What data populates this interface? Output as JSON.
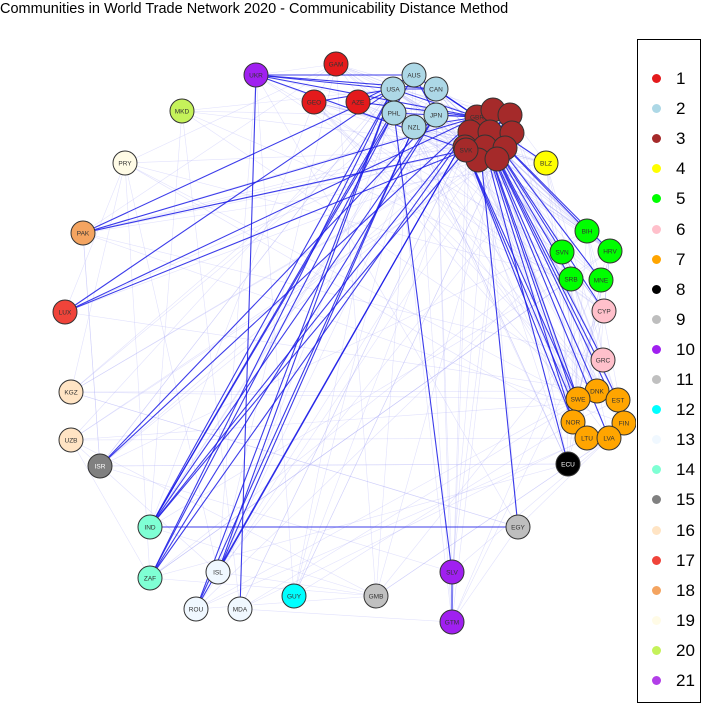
{
  "title": "Communities in World Trade Network 2020 - Communicability Distance Method",
  "chart_data": {
    "type": "network",
    "legend": [
      {
        "label": "1",
        "color": "#e41a1c"
      },
      {
        "label": "2",
        "color": "#add8e6"
      },
      {
        "label": "3",
        "color": "#a52a2a"
      },
      {
        "label": "4",
        "color": "#ffff00"
      },
      {
        "label": "5",
        "color": "#00ff00"
      },
      {
        "label": "6",
        "color": "#ffc0cb"
      },
      {
        "label": "7",
        "color": "#ffa500"
      },
      {
        "label": "8",
        "color": "#000000"
      },
      {
        "label": "9",
        "color": "#bebebe"
      },
      {
        "label": "10",
        "color": "#a020f0"
      },
      {
        "label": "11",
        "color": "#c0c0c0"
      },
      {
        "label": "12",
        "color": "#00ffff"
      },
      {
        "label": "13",
        "color": "#f0f8ff"
      },
      {
        "label": "14",
        "color": "#7fffd4"
      },
      {
        "label": "15",
        "color": "#808080"
      },
      {
        "label": "16",
        "color": "#ffe4c4"
      },
      {
        "label": "17",
        "color": "#f0443a"
      },
      {
        "label": "18",
        "color": "#f4a460"
      },
      {
        "label": "19",
        "color": "#fffbe6"
      },
      {
        "label": "20",
        "color": "#c5f25a"
      },
      {
        "label": "21",
        "color": "#b23ee8"
      }
    ],
    "nodes": [
      {
        "label": "GAM",
        "community": 1
      },
      {
        "label": "GEO",
        "community": 1
      },
      {
        "label": "AZE",
        "community": 1
      },
      {
        "label": "AUS",
        "community": 2
      },
      {
        "label": "USA",
        "community": 2
      },
      {
        "label": "CAN",
        "community": 2
      },
      {
        "label": "PHL",
        "community": 2
      },
      {
        "label": "JPN",
        "community": 2
      },
      {
        "label": "NZL",
        "community": 2
      },
      {
        "label": "GBR",
        "community": 3
      },
      {
        "label": "",
        "community": 3
      },
      {
        "label": "",
        "community": 3
      },
      {
        "label": "",
        "community": 3
      },
      {
        "label": "",
        "community": 3
      },
      {
        "label": "",
        "community": 3
      },
      {
        "label": "",
        "community": 3
      },
      {
        "label": "",
        "community": 3
      },
      {
        "label": "",
        "community": 3
      },
      {
        "label": "",
        "community": 3
      },
      {
        "label": "SVK",
        "community": 3
      },
      {
        "label": "",
        "community": 3
      },
      {
        "label": "BLZ",
        "community": 4
      },
      {
        "label": "BIH",
        "community": 5
      },
      {
        "label": "SVN",
        "community": 5
      },
      {
        "label": "HRV",
        "community": 5
      },
      {
        "label": "SRB",
        "community": 5
      },
      {
        "label": "MNE",
        "community": 5
      },
      {
        "label": "CYP",
        "community": 6
      },
      {
        "label": "GRC",
        "community": 6
      },
      {
        "label": "DNK",
        "community": 7
      },
      {
        "label": "SWE",
        "community": 7
      },
      {
        "label": "EST",
        "community": 7
      },
      {
        "label": "NOR",
        "community": 7
      },
      {
        "label": "FIN",
        "community": 7
      },
      {
        "label": "LTU",
        "community": 7
      },
      {
        "label": "LVA",
        "community": 7
      },
      {
        "label": "ECU",
        "community": 8
      },
      {
        "label": "EGY",
        "community": 9
      },
      {
        "label": "UKR",
        "community": 10
      },
      {
        "label": "SLV",
        "community": 10
      },
      {
        "label": "GTM",
        "community": 10
      },
      {
        "label": "GMB",
        "community": 11
      },
      {
        "label": "GUY",
        "community": 12
      },
      {
        "label": "ISL",
        "community": 13
      },
      {
        "label": "ROU",
        "community": 13
      },
      {
        "label": "MDA",
        "community": 13
      },
      {
        "label": "IND",
        "community": 14
      },
      {
        "label": "ZAF",
        "community": 14
      },
      {
        "label": "ISR",
        "community": 15
      },
      {
        "label": "KGZ",
        "community": 16
      },
      {
        "label": "UZB",
        "community": 16
      },
      {
        "label": "LUX",
        "community": 17
      },
      {
        "label": "PAK",
        "community": 18
      },
      {
        "label": "PRY",
        "community": 19
      },
      {
        "label": "MKD",
        "community": 20
      }
    ],
    "edges": [
      [
        "UKR",
        "AUS"
      ],
      [
        "UKR",
        "USA"
      ],
      [
        "UKR",
        "CAN"
      ],
      [
        "UKR",
        "GBR"
      ],
      [
        "UKR",
        "SVK"
      ],
      [
        "GEO",
        "USA"
      ],
      [
        "AZE",
        "AUS"
      ],
      [
        "AZE",
        "GBR"
      ],
      [
        "PAK",
        "USA"
      ],
      [
        "PAK",
        "GBR"
      ],
      [
        "PAK",
        "SVK"
      ],
      [
        "LUX",
        "GBR"
      ],
      [
        "LUX",
        "SVK"
      ],
      [
        "LUX",
        "USA"
      ],
      [
        "ISR",
        "GBR"
      ],
      [
        "ISR",
        "JPN"
      ],
      [
        "IND",
        "USA"
      ],
      [
        "IND",
        "AUS"
      ],
      [
        "IND",
        "GBR"
      ],
      [
        "IND",
        "PHL"
      ],
      [
        "IND",
        "SVK"
      ],
      [
        "IND",
        "JPN"
      ],
      [
        "IND",
        "EGY"
      ],
      [
        "ZAF",
        "USA"
      ],
      [
        "ZAF",
        "GBR"
      ],
      [
        "ZAF",
        "JPN"
      ],
      [
        "ZAF",
        "PHL"
      ],
      [
        "ISL",
        "GBR"
      ],
      [
        "ISL",
        "USA"
      ],
      [
        "ISL",
        "NZL"
      ],
      [
        "ROU",
        "GBR"
      ],
      [
        "ROU",
        "NZL"
      ],
      [
        "ROU",
        "USA"
      ],
      [
        "MDA",
        "UKR"
      ],
      [
        "SLV",
        "PHL"
      ],
      [
        "SLV",
        "GTM"
      ],
      [
        "EGY",
        "GBR"
      ],
      [
        "ECU",
        "GBR"
      ],
      [
        "BLZ",
        "GBR"
      ],
      [
        "BIH",
        "GBR"
      ],
      [
        "SVN",
        "GBR"
      ],
      [
        "HRV",
        "GBR"
      ],
      [
        "SRB",
        "GBR"
      ],
      [
        "MNE",
        "GBR"
      ],
      [
        "CYP",
        "GBR"
      ],
      [
        "GRC",
        "GBR"
      ],
      [
        "DNK",
        "GBR"
      ],
      [
        "SWE",
        "GBR"
      ],
      [
        "EST",
        "GBR"
      ],
      [
        "NOR",
        "GBR"
      ],
      [
        "FIN",
        "GBR"
      ],
      [
        "LTU",
        "GBR"
      ],
      [
        "LVA",
        "GBR"
      ],
      [
        "SWE",
        "SVK"
      ],
      [
        "NOR",
        "SVK"
      ],
      [
        "LTU",
        "SVK"
      ],
      [
        "AUS",
        "GBR"
      ],
      [
        "USA",
        "GBR"
      ],
      [
        "CAN",
        "GBR"
      ],
      [
        "PHL",
        "GBR"
      ],
      [
        "JPN",
        "GBR"
      ],
      [
        "NZL",
        "GBR"
      ],
      [
        "JPN",
        "AUS"
      ],
      [
        "USA",
        "CAN"
      ],
      [
        "PHL",
        "USA"
      ]
    ]
  }
}
